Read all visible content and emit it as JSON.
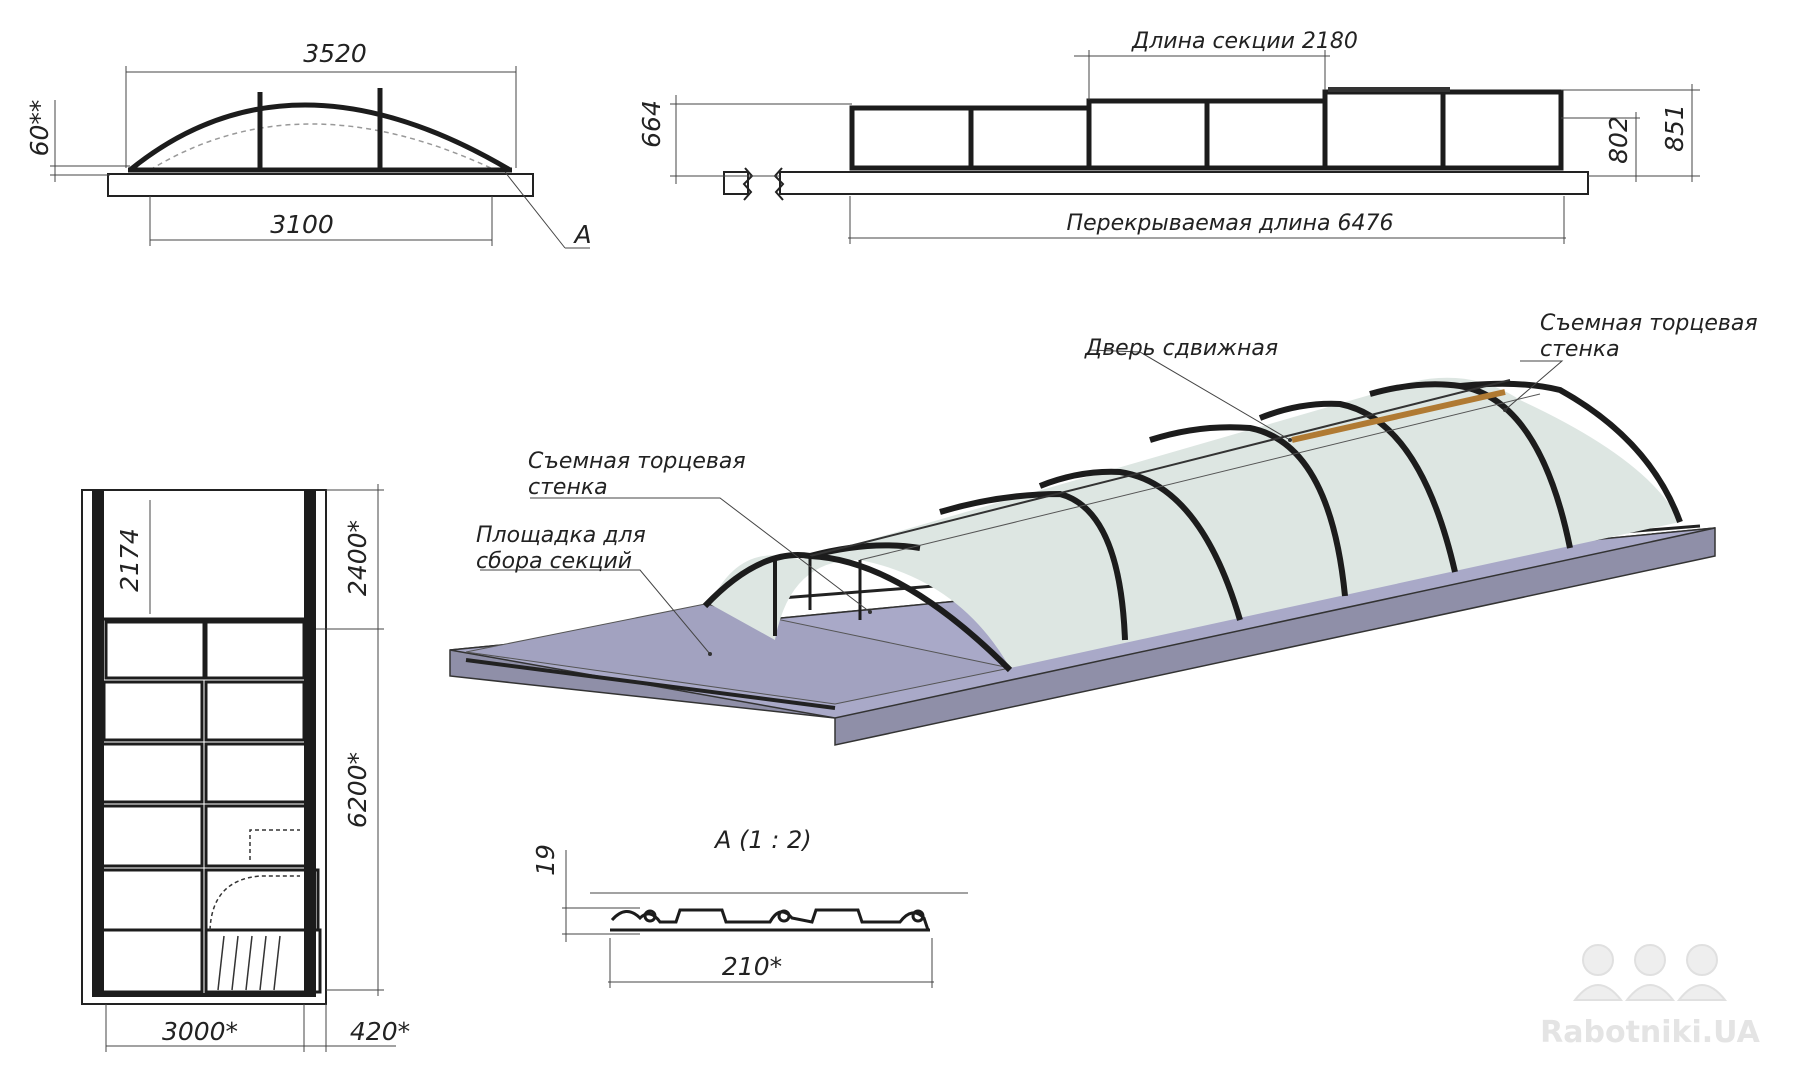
{
  "dimensions": {
    "front_overall_width": "3520",
    "front_inner_width": "3100",
    "front_rail_height": "60**",
    "detail_callout": "A",
    "section_length": "Длина секции 2180",
    "side_height_min": "664",
    "side_height_mid": "802",
    "side_height_max": "851",
    "covered_length": "Перекрываемая длина 6476",
    "plan_end_height": "2174",
    "plan_platform_length": "2400*",
    "plan_covered_length": "6200*",
    "plan_width": "3000*",
    "plan_side_offset": "420*"
  },
  "labels": {
    "sliding_door": "Дверь сдвижная",
    "removable_end_wall_right_line1": "Съемная торцевая",
    "removable_end_wall_right_line2": "стенка",
    "removable_end_wall_left_line1": "Съемная торцевая",
    "removable_end_wall_left_line2": "стенка",
    "assembly_platform_line1": "Площадка для",
    "assembly_platform_line2": "сбора секций"
  },
  "detail": {
    "title": "А  (1 : 2)",
    "profile_height": "19",
    "profile_width": "210*"
  },
  "watermark": "Rabotniki.UA",
  "colors": {
    "platform_top": "#a9a9c8",
    "platform_side": "#8f8fa8",
    "glass": "#dde6e2",
    "frame": "#1c1c1c",
    "door_bar": "#b07a33"
  }
}
